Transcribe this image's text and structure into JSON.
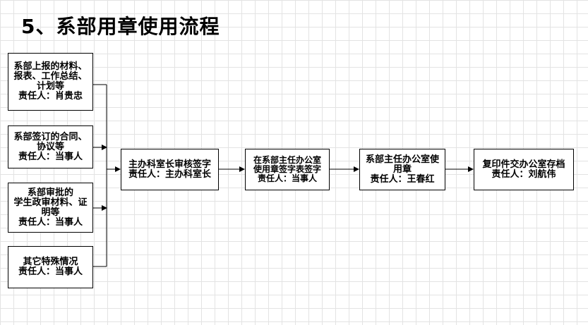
{
  "title": "5、系部用章使用流程",
  "sources": [
    {
      "lines": [
        "系部上报的材料、",
        "报表、工作总结、",
        "计划等"
      ],
      "person": "责任人：肖贵忠"
    },
    {
      "lines": [
        "系部签订的合同、",
        "协议等"
      ],
      "person": "责任人：当事人"
    },
    {
      "lines": [
        "系部审批的",
        "学生政审材料、证",
        "明等"
      ],
      "person": "责任人：当事人"
    },
    {
      "lines": [
        "其它特殊情况"
      ],
      "person": "责任人：当事人"
    }
  ],
  "steps": [
    {
      "lines": [
        "主办科室长审核签字"
      ],
      "person": "责任人：主办科室长"
    },
    {
      "lines": [
        "在系部主任办公室",
        "使用章签字表签字"
      ],
      "person": "责任人：当事人"
    },
    {
      "lines": [
        "系部主任办公室使",
        "用章"
      ],
      "person": "责任人：王春红"
    },
    {
      "lines": [
        "复印件交办公室存档"
      ],
      "person": "责任人：刘航伟"
    }
  ]
}
